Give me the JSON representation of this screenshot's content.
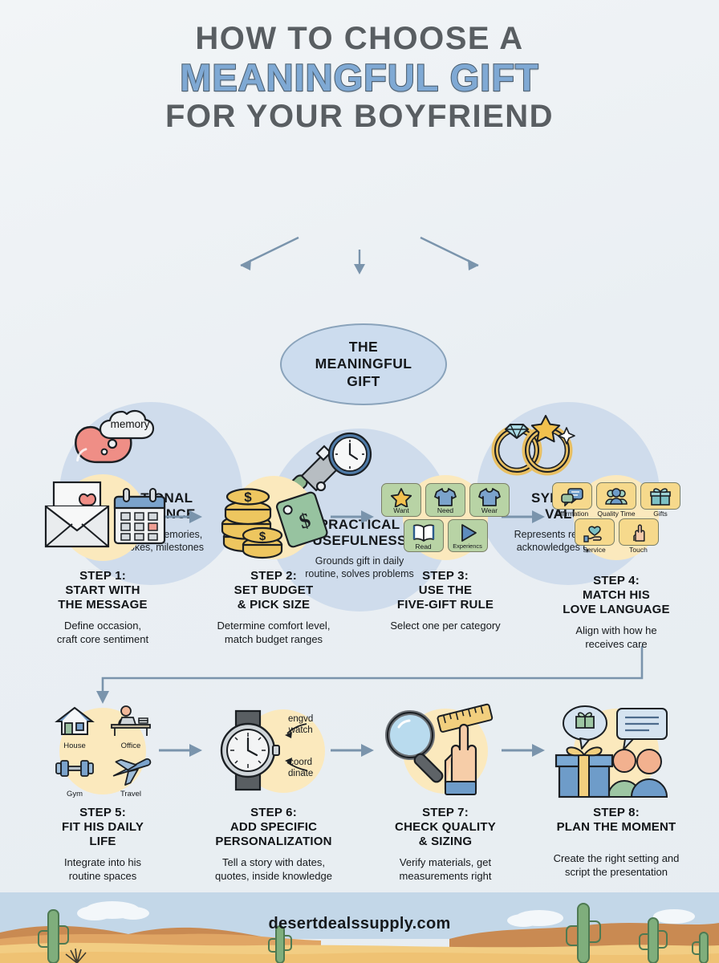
{
  "header": {
    "line1": "HOW TO CHOOSE A",
    "line2": "MEANINGFUL GIFT",
    "line3": "FOR YOUR BOYFRIEND",
    "accent_color": "#7fa9d4",
    "text_color": "#595e62"
  },
  "diagram": {
    "center": {
      "label": "THE\nMEANINGFUL\nGIFT"
    },
    "nodes": [
      {
        "icon": "heart-thought-bubble-icon",
        "bubble_text": "memory",
        "title": "EMOTIONAL\nRESONANCE",
        "desc": "Connects to memories,\ninside jokes, milestones"
      },
      {
        "icon": "wrench-clock-icon",
        "title": "PRACTICAL\nUSEFULNESS",
        "desc": "Grounds gift in daily\nroutine, solves problems"
      },
      {
        "icon": "wedding-rings-icon",
        "title": "SYMBOLIC\nVALUE",
        "desc": "Represents relationship,\nacknowledges qualities"
      }
    ]
  },
  "steps": [
    {
      "icon": "envelope-calendar-icon",
      "title": "STEP 1:\nSTART WITH\nTHE MESSAGE",
      "desc": "Define occasion,\ncraft core sentiment"
    },
    {
      "icon": "coins-pricetag-icon",
      "title": "STEP 2:\nSET BUDGET\n& PICK SIZE",
      "desc": "Determine comfort level,\nmatch budget ranges"
    },
    {
      "icon": "five-gift-tiles-icon",
      "title": "STEP 3:\nUSE THE\nFIVE-GIFT RULE",
      "desc": "Select one per category",
      "tiles": [
        {
          "label": "Want",
          "icon": "star-icon"
        },
        {
          "label": "Need",
          "icon": "tshirt-icon"
        },
        {
          "label": "Wear",
          "icon": "tshirt-icon"
        },
        {
          "label": "Read",
          "icon": "open-book-icon"
        },
        {
          "label": "Experiencs",
          "icon": "play-triangle-icon"
        }
      ]
    },
    {
      "icon": "love-language-tiles-icon",
      "title": "STEP 4:\nMATCH HIS\nLOVE LANGUAGE",
      "desc": "Align with how he\nreceives care",
      "tiles": [
        {
          "label": "Affirmation",
          "icon": "speech-bubbles-icon"
        },
        {
          "label": "Quality Time",
          "icon": "people-group-icon"
        },
        {
          "label": "Gifts",
          "icon": "gift-box-icon"
        },
        {
          "label": "Service",
          "icon": "hand-heart-icon"
        },
        {
          "label": "Touch",
          "icon": "open-hand-icon"
        }
      ]
    },
    {
      "icon": "daily-life-icons",
      "title": "STEP 5:\nFIT HIS DAILY\nLIFE",
      "desc": "Integrate into his\nroutine spaces",
      "tiles": [
        {
          "label": "House",
          "icon": "house-icon"
        },
        {
          "label": "Office",
          "icon": "desk-worker-icon"
        },
        {
          "label": "Gym",
          "icon": "dumbbell-icon"
        },
        {
          "label": "Travel",
          "icon": "airplane-icon"
        }
      ]
    },
    {
      "icon": "wristwatch-icon",
      "title": "STEP 6:\nADD SPECIFIC\nPERSONALIZATION",
      "desc": "Tell a story with dates,\nquotes, inside knowledge",
      "annotations": [
        "engvd\nwatch",
        "coord\ndinate"
      ]
    },
    {
      "icon": "magnifier-ruler-hand-icon",
      "title": "STEP 7:\nCHECK QUALITY\n& SIZING",
      "desc": "Verify materials, get\nmeasurements right"
    },
    {
      "icon": "gift-people-speech-icon",
      "title": "STEP 8:\nPLAN THE MOMENT",
      "desc": "Create the right setting and\nscript the presentation"
    }
  ],
  "footer": {
    "url": "desertdealssupply.com"
  },
  "colors": {
    "background": "#eef2f5",
    "node_circle": "#cfdcec",
    "oval": "#ccdcee",
    "arrow": "#7a94ac",
    "blob": "#fbe9bd",
    "green_tile": "#b8d3a5",
    "yellow_tile": "#f6d98c"
  }
}
